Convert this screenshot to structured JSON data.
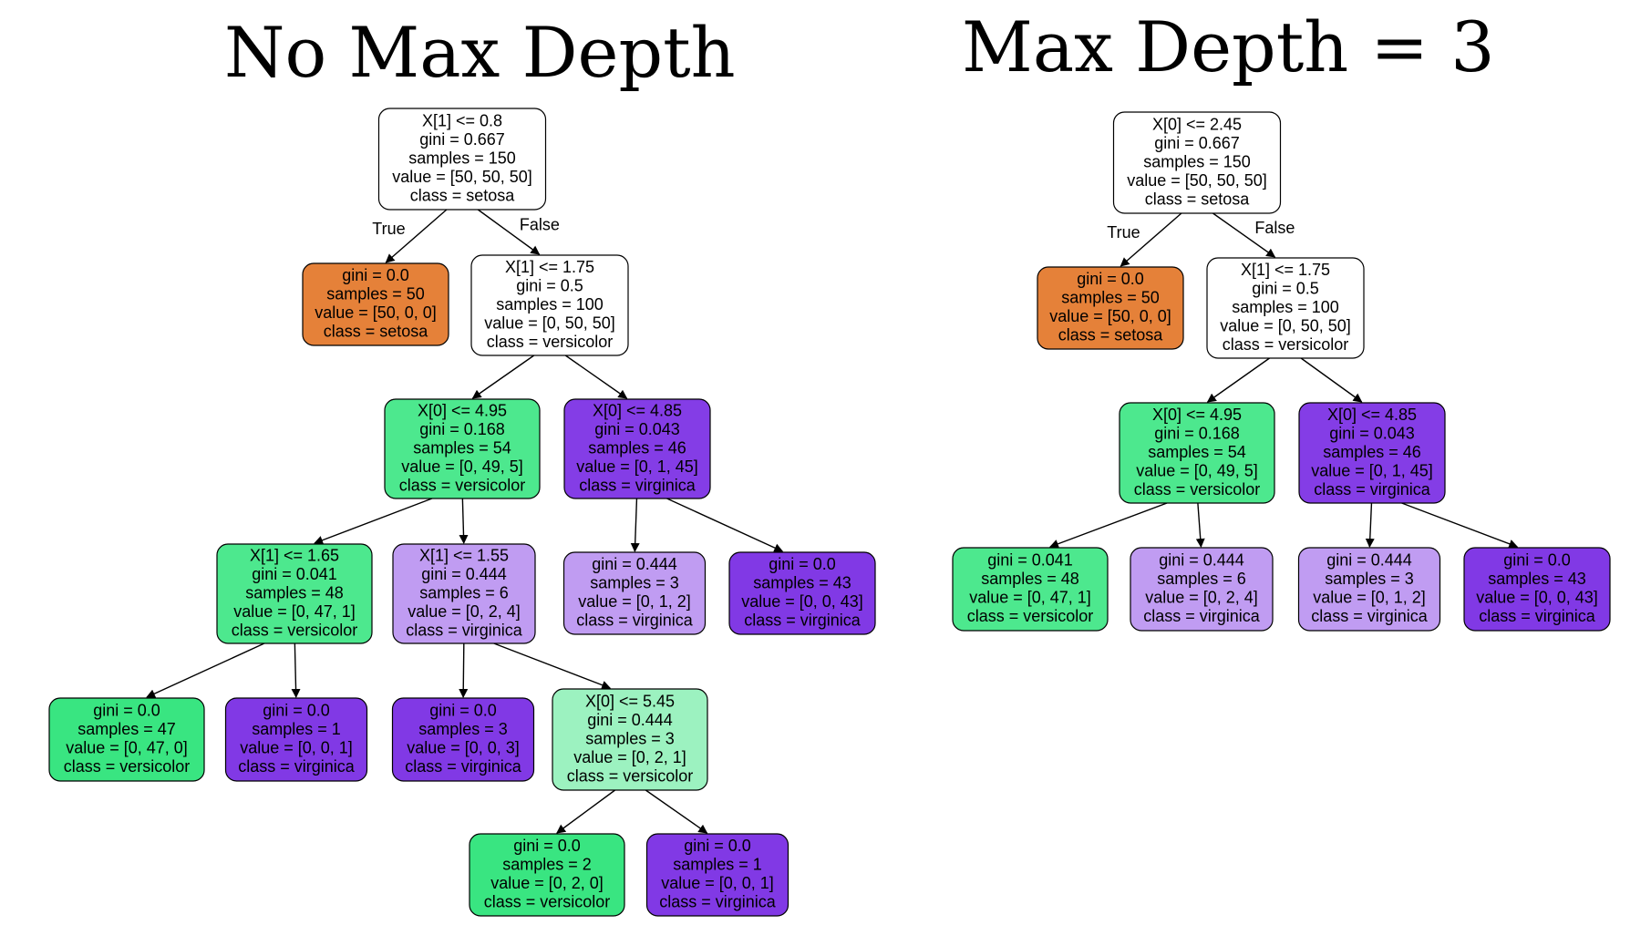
{
  "titles": {
    "left": "No Max Depth",
    "right": "Max Depth = 3"
  },
  "colors": {
    "white": "#ffffff",
    "setosa": "#e58139",
    "versicolor_strong": "#39e581",
    "versicolor_mid": "#4de88e",
    "versicolor_light": "#9cf2c0",
    "virginica_strong": "#8139e5",
    "virginica_mid": "#843de6",
    "virginica_light": "#c09cf2"
  },
  "edge_labels": {
    "true": "True",
    "false": "False"
  },
  "trees": [
    {
      "id": "no-max-depth",
      "nodes": [
        {
          "id": "n0",
          "lines": [
            "X[1] <= 0.8",
            "gini = 0.667",
            "samples = 150",
            "value = [50, 50, 50]",
            "class = setosa"
          ],
          "color": "white"
        },
        {
          "id": "n1",
          "lines": [
            "gini = 0.0",
            "samples = 50",
            "value = [50, 0, 0]",
            "class = setosa"
          ],
          "color": "setosa"
        },
        {
          "id": "n2",
          "lines": [
            "X[1] <= 1.75",
            "gini = 0.5",
            "samples = 100",
            "value = [0, 50, 50]",
            "class = versicolor"
          ],
          "color": "white"
        },
        {
          "id": "n3",
          "lines": [
            "X[0] <= 4.95",
            "gini = 0.168",
            "samples = 54",
            "value = [0, 49, 5]",
            "class = versicolor"
          ],
          "color": "versicolor_mid"
        },
        {
          "id": "n4",
          "lines": [
            "X[0] <= 4.85",
            "gini = 0.043",
            "samples = 46",
            "value = [0, 1, 45]",
            "class = virginica"
          ],
          "color": "virginica_mid"
        },
        {
          "id": "n5",
          "lines": [
            "X[1] <= 1.65",
            "gini = 0.041",
            "samples = 48",
            "value = [0, 47, 1]",
            "class = versicolor"
          ],
          "color": "versicolor_mid"
        },
        {
          "id": "n6",
          "lines": [
            "X[1] <= 1.55",
            "gini = 0.444",
            "samples = 6",
            "value = [0, 2, 4]",
            "class = virginica"
          ],
          "color": "virginica_light"
        },
        {
          "id": "n7",
          "lines": [
            "gini = 0.444",
            "samples = 3",
            "value = [0, 1, 2]",
            "class = virginica"
          ],
          "color": "virginica_light"
        },
        {
          "id": "n8",
          "lines": [
            "gini = 0.0",
            "samples = 43",
            "value = [0, 0, 43]",
            "class = virginica"
          ],
          "color": "virginica_strong"
        },
        {
          "id": "n9",
          "lines": [
            "gini = 0.0",
            "samples = 47",
            "value = [0, 47, 0]",
            "class = versicolor"
          ],
          "color": "versicolor_strong"
        },
        {
          "id": "n10",
          "lines": [
            "gini = 0.0",
            "samples = 1",
            "value = [0, 0, 1]",
            "class = virginica"
          ],
          "color": "virginica_strong"
        },
        {
          "id": "n11",
          "lines": [
            "gini = 0.0",
            "samples = 3",
            "value = [0, 0, 3]",
            "class = virginica"
          ],
          "color": "virginica_strong"
        },
        {
          "id": "n12",
          "lines": [
            "X[0] <= 5.45",
            "gini = 0.444",
            "samples = 3",
            "value = [0, 2, 1]",
            "class = versicolor"
          ],
          "color": "versicolor_light"
        },
        {
          "id": "n13",
          "lines": [
            "gini = 0.0",
            "samples = 2",
            "value = [0, 2, 0]",
            "class = versicolor"
          ],
          "color": "versicolor_strong"
        },
        {
          "id": "n14",
          "lines": [
            "gini = 0.0",
            "samples = 1",
            "value = [0, 0, 1]",
            "class = virginica"
          ],
          "color": "virginica_strong"
        }
      ],
      "edges": [
        {
          "from": "n0",
          "to": "n1",
          "label": "true"
        },
        {
          "from": "n0",
          "to": "n2",
          "label": "false"
        },
        {
          "from": "n2",
          "to": "n3"
        },
        {
          "from": "n2",
          "to": "n4"
        },
        {
          "from": "n3",
          "to": "n5"
        },
        {
          "from": "n3",
          "to": "n6"
        },
        {
          "from": "n4",
          "to": "n7"
        },
        {
          "from": "n4",
          "to": "n8"
        },
        {
          "from": "n5",
          "to": "n9"
        },
        {
          "from": "n5",
          "to": "n10"
        },
        {
          "from": "n6",
          "to": "n11"
        },
        {
          "from": "n6",
          "to": "n12"
        },
        {
          "from": "n12",
          "to": "n13"
        },
        {
          "from": "n12",
          "to": "n14"
        }
      ]
    },
    {
      "id": "max-depth-3",
      "nodes": [
        {
          "id": "m0",
          "lines": [
            "X[0] <= 2.45",
            "gini = 0.667",
            "samples = 150",
            "value = [50, 50, 50]",
            "class = setosa"
          ],
          "color": "white"
        },
        {
          "id": "m1",
          "lines": [
            "gini = 0.0",
            "samples = 50",
            "value = [50, 0, 0]",
            "class = setosa"
          ],
          "color": "setosa"
        },
        {
          "id": "m2",
          "lines": [
            "X[1] <= 1.75",
            "gini = 0.5",
            "samples = 100",
            "value = [0, 50, 50]",
            "class = versicolor"
          ],
          "color": "white"
        },
        {
          "id": "m3",
          "lines": [
            "X[0] <= 4.95",
            "gini = 0.168",
            "samples = 54",
            "value = [0, 49, 5]",
            "class = versicolor"
          ],
          "color": "versicolor_mid"
        },
        {
          "id": "m4",
          "lines": [
            "X[0] <= 4.85",
            "gini = 0.043",
            "samples = 46",
            "value = [0, 1, 45]",
            "class = virginica"
          ],
          "color": "virginica_mid"
        },
        {
          "id": "m5",
          "lines": [
            "gini = 0.041",
            "samples = 48",
            "value = [0, 47, 1]",
            "class = versicolor"
          ],
          "color": "versicolor_mid"
        },
        {
          "id": "m6",
          "lines": [
            "gini = 0.444",
            "samples = 6",
            "value = [0, 2, 4]",
            "class = virginica"
          ],
          "color": "virginica_light"
        },
        {
          "id": "m7",
          "lines": [
            "gini = 0.444",
            "samples = 3",
            "value = [0, 1, 2]",
            "class = virginica"
          ],
          "color": "virginica_light"
        },
        {
          "id": "m8",
          "lines": [
            "gini = 0.0",
            "samples = 43",
            "value = [0, 0, 43]",
            "class = virginica"
          ],
          "color": "virginica_strong"
        }
      ],
      "edges": [
        {
          "from": "m0",
          "to": "m1",
          "label": "true"
        },
        {
          "from": "m0",
          "to": "m2",
          "label": "false"
        },
        {
          "from": "m2",
          "to": "m3"
        },
        {
          "from": "m2",
          "to": "m4"
        },
        {
          "from": "m3",
          "to": "m5"
        },
        {
          "from": "m3",
          "to": "m6"
        },
        {
          "from": "m4",
          "to": "m7"
        },
        {
          "from": "m4",
          "to": "m8"
        }
      ]
    }
  ]
}
